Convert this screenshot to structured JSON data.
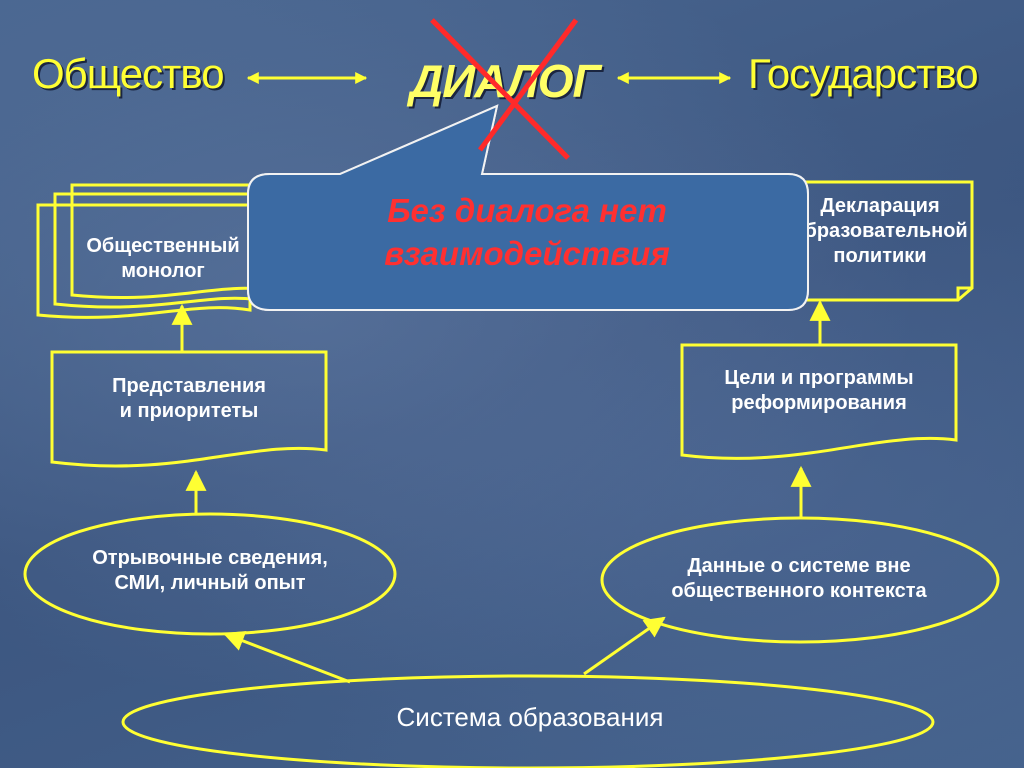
{
  "header": {
    "society": "Общество",
    "dialog": "ДИАЛОГ",
    "state": "Государство"
  },
  "callout": {
    "text": "Без диалога нет взаимодействия"
  },
  "left": {
    "monologue": "Общественный\nмонолог",
    "views": "Представления\nи приоритеты",
    "sources": "Отрывочные сведения,\nСМИ, личный опыт"
  },
  "right": {
    "declaration": "Декларация\nобразовательной\nполитики",
    "goals": "Цели и программы\nреформирования",
    "data": "Данные о системе вне\nобщественного контекста"
  },
  "bottom": {
    "education": "Система образования"
  },
  "colors": {
    "outline": "#ffff33",
    "callout_fill": "#3b6aa3",
    "cross": "#ff2a2a",
    "callout_text": "#ff3030"
  }
}
